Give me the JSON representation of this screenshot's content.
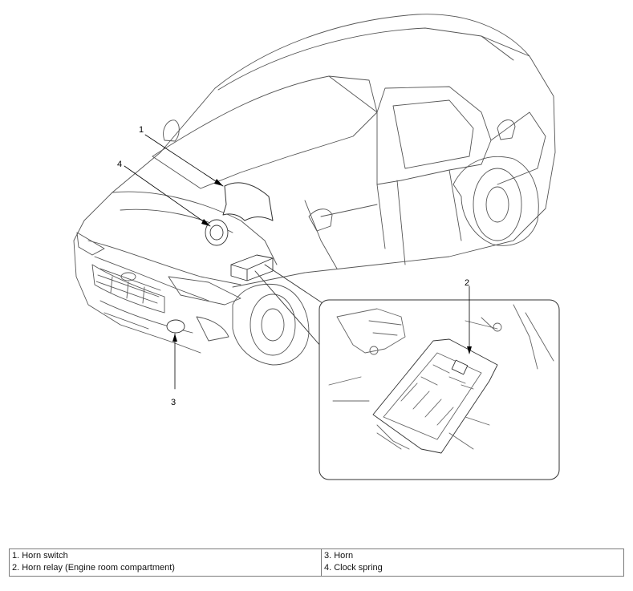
{
  "callouts": {
    "c1": "1",
    "c2": "2",
    "c3": "3",
    "c4": "4"
  },
  "legend": {
    "item1": "1. Horn switch",
    "item2": "2. Horn relay (Engine room compartment)",
    "item3": "3. Horn",
    "item4": "4. Clock spring"
  }
}
